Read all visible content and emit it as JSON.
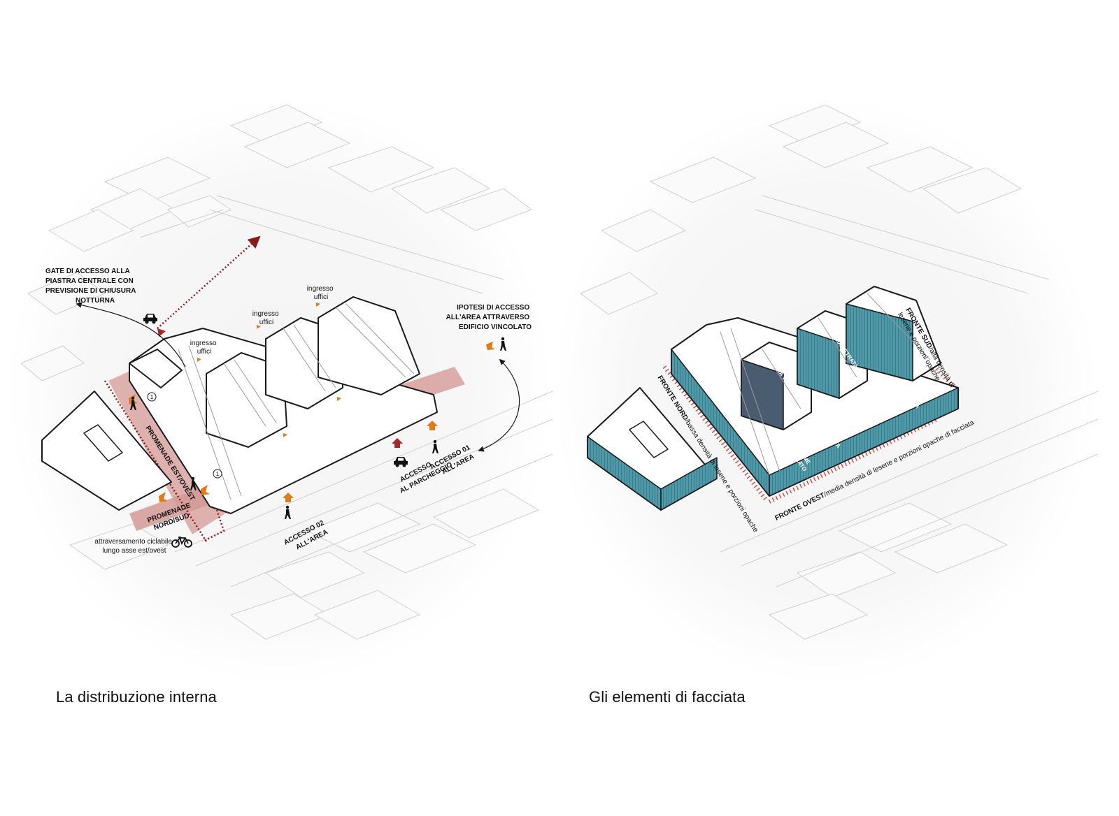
{
  "colors": {
    "outline": "#1a1a1a",
    "context_line": "#cfcfcf",
    "shadow": "#e8e8e8",
    "promenade": "#b85450",
    "promenade_fill": "#d49a96",
    "dotted_axis": "#8b1a1a",
    "arrow_orange": "#e07b1a",
    "arrow_red": "#a32a2a",
    "facade_teal": "#4f98a8",
    "facade_slate": "#4a5d70",
    "tick_red": "#c0504d"
  },
  "left": {
    "caption": "La distribuzione interna",
    "labels": {
      "gate": [
        "GATE DI ACCESSO ALLA",
        "PIASTRA CENTRALE CON",
        "PREVISIONE DI CHIUSURA",
        "NOTTURNA"
      ],
      "ipotesi": [
        "IPOTESI DI ACCESSO",
        "ALL'AREA ATTRAVERSO",
        "EDIFICIO VINCOLATO"
      ],
      "ingresso_1": [
        "ingresso",
        "uffici"
      ],
      "ingresso_2": [
        "ingresso",
        "uffici"
      ],
      "ingresso_3": [
        "ingresso",
        "uffici"
      ],
      "promenade_est_ovest": "PROMENADE EST/OVEST",
      "promenade_nord_sud": [
        "PROMENADE",
        "NORD/SUD"
      ],
      "accesso_parcheggio": [
        "ACCESSO",
        "AL PARCHEGGIO"
      ],
      "accesso_01": [
        "ACCESSO 01",
        "ALL'AREA"
      ],
      "accesso_02": [
        "ACCESSO 02",
        "ALL'AREA"
      ],
      "bike": [
        "attraversamento ciclabile",
        "lungo asse est/ovest"
      ],
      "marker": "1"
    }
  },
  "right": {
    "caption": "Gli elementi di facciata",
    "labels": {
      "fronte_nord_bold": "FRONTE NORD",
      "fronte_nord_rest": "/bassa densità di lesene e porzioni opache",
      "fronte_ovest_bold": "FRONTE OVEST",
      "fronte_ovest_rest": "/media densità di lesene e porzioni opache di facciata",
      "fronte_sud_bold": "FRONTE SUD",
      "fronte_sud_rest_1": "/alta densità di",
      "fronte_sud_rest_2": "lesene e porzioni opache",
      "fascia_vetrata_1": "FASCIA VETRATA",
      "fascia_vetrata_2": "FASCIA VETRATA",
      "vetrata_1": "VETRATA",
      "vetrata_2": "VETRATA",
      "volume_vetrato": [
        "VOLUME",
        "VETRATO"
      ]
    }
  }
}
